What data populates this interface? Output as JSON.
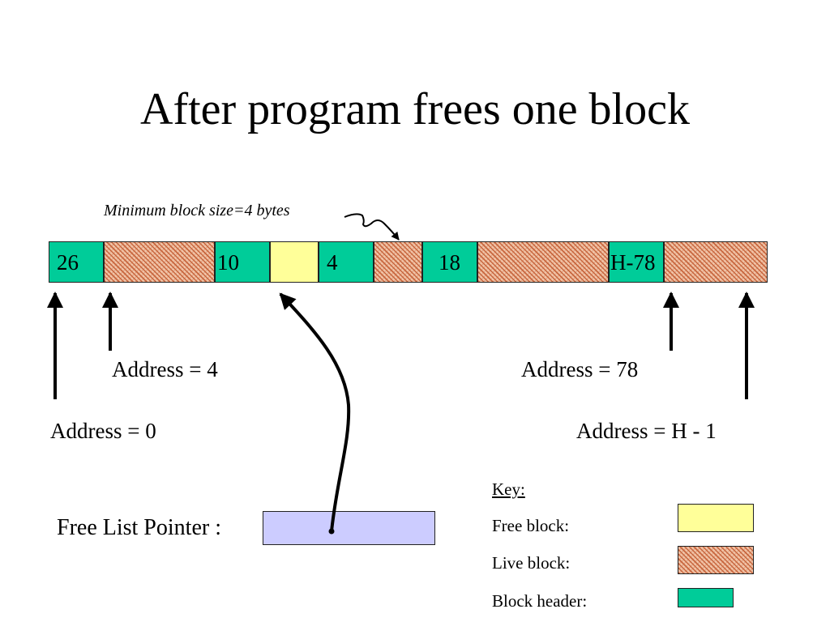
{
  "title": "After program frees one block",
  "annotation": "Minimum block size=4 bytes",
  "heap_blocks": [
    {
      "kind": "header",
      "label": "26"
    },
    {
      "kind": "live",
      "label": ""
    },
    {
      "kind": "header",
      "label": "10"
    },
    {
      "kind": "free",
      "label": ""
    },
    {
      "kind": "header",
      "label": "4"
    },
    {
      "kind": "live",
      "label": ""
    },
    {
      "kind": "header",
      "label": "18"
    },
    {
      "kind": "live",
      "label": ""
    },
    {
      "kind": "header",
      "label": "H-78"
    },
    {
      "kind": "live",
      "label": ""
    }
  ],
  "addresses": {
    "a0": "Address = 0",
    "a4": "Address = 4",
    "a78": "Address = 78",
    "ah1": "Address = H - 1"
  },
  "free_list_label": "Free List Pointer :",
  "key": {
    "title": "Key:",
    "free": "Free block:",
    "live": "Live block:",
    "header": "Block header:"
  },
  "colors": {
    "header": "#00cc99",
    "free": "#ffff99",
    "live": "#f1c3a6",
    "live_hatch": "#c8673f",
    "pointer_box": "#ccccff"
  }
}
